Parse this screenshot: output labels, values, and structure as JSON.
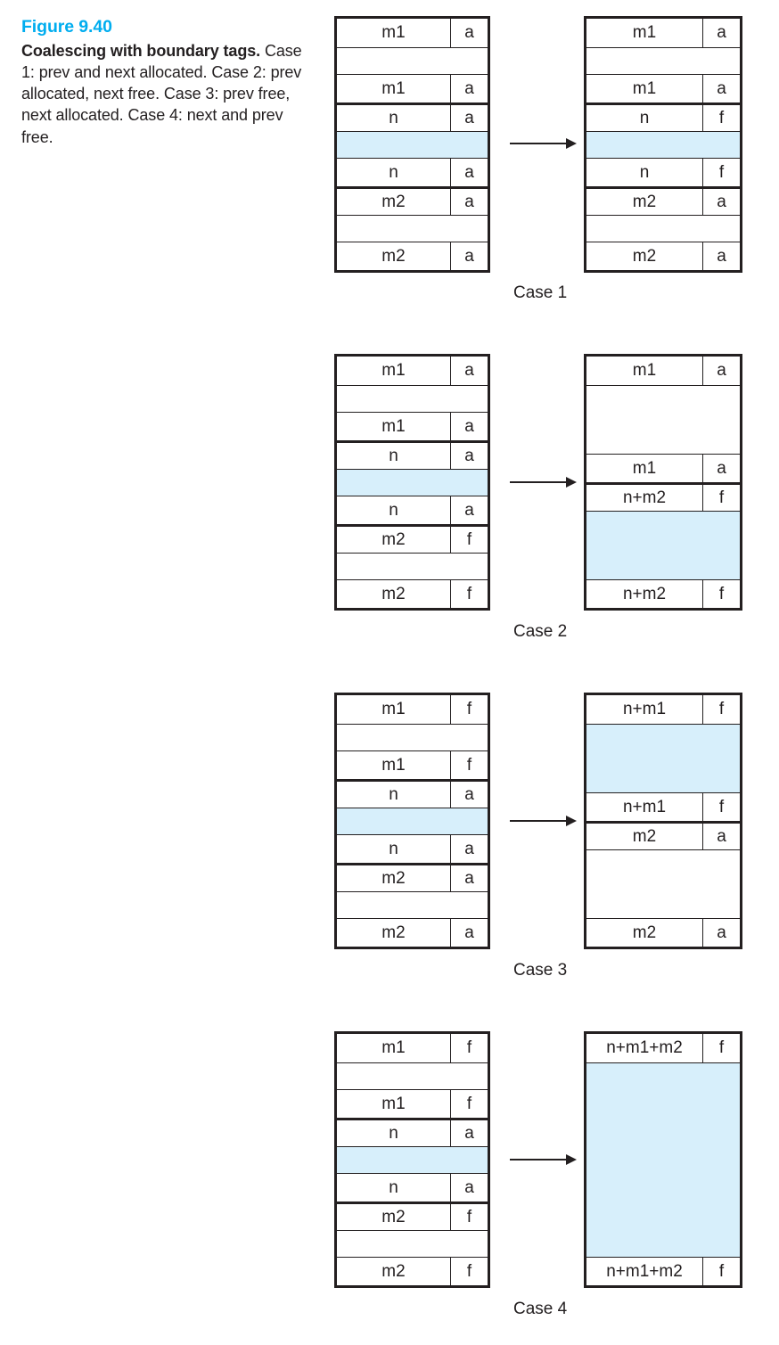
{
  "caption": {
    "figure_number": "Figure 9.40",
    "title": "Coalescing with boundary tags.",
    "description": " Case 1: prev and next allocated. Case 2: prev allocated, next free. Case 3: prev free, next allocated. Case 4: next and prev free."
  },
  "colors": {
    "accent": "#00adef",
    "payload_fill": "#d7effb",
    "ink": "#231f20"
  },
  "arrow_icon": "right-arrow-icon",
  "chart_data": {
    "type": "diagram",
    "title": "Coalescing with boundary tags",
    "cases": [
      {
        "label": "Case 1",
        "before": {
          "rows": [
            {
              "size": "m1",
              "tag": "a",
              "kind": "header",
              "top": "thick",
              "bottom": "thin"
            },
            {
              "size": "",
              "tag": "",
              "kind": "body",
              "top": "thin",
              "bottom": "thin"
            },
            {
              "size": "m1",
              "tag": "a",
              "kind": "footer",
              "top": "thin",
              "bottom": "thick"
            },
            {
              "size": "n",
              "tag": "a",
              "kind": "header",
              "top": "thick",
              "bottom": "thin"
            },
            {
              "size": "",
              "tag": "",
              "kind": "payload",
              "top": "thin",
              "bottom": "thin"
            },
            {
              "size": "n",
              "tag": "a",
              "kind": "footer",
              "top": "thin",
              "bottom": "thick"
            },
            {
              "size": "m2",
              "tag": "a",
              "kind": "header",
              "top": "thick",
              "bottom": "thin"
            },
            {
              "size": "",
              "tag": "",
              "kind": "body",
              "top": "thin",
              "bottom": "thin"
            },
            {
              "size": "m2",
              "tag": "a",
              "kind": "footer",
              "top": "thin",
              "bottom": "thick"
            }
          ]
        },
        "after": {
          "rows": [
            {
              "size": "m1",
              "tag": "a",
              "kind": "header",
              "top": "thick",
              "bottom": "thin"
            },
            {
              "size": "",
              "tag": "",
              "kind": "body",
              "top": "thin",
              "bottom": "thin"
            },
            {
              "size": "m1",
              "tag": "a",
              "kind": "footer",
              "top": "thin",
              "bottom": "thick"
            },
            {
              "size": "n",
              "tag": "f",
              "kind": "header",
              "top": "thick",
              "bottom": "thin"
            },
            {
              "size": "",
              "tag": "",
              "kind": "payload",
              "top": "thin",
              "bottom": "thin"
            },
            {
              "size": "n",
              "tag": "f",
              "kind": "footer",
              "top": "thin",
              "bottom": "thick"
            },
            {
              "size": "m2",
              "tag": "a",
              "kind": "header",
              "top": "thick",
              "bottom": "thin"
            },
            {
              "size": "",
              "tag": "",
              "kind": "body",
              "top": "thin",
              "bottom": "thin"
            },
            {
              "size": "m2",
              "tag": "a",
              "kind": "footer",
              "top": "thin",
              "bottom": "thick"
            }
          ]
        }
      },
      {
        "label": "Case 2",
        "before": {
          "rows": [
            {
              "size": "m1",
              "tag": "a",
              "kind": "header"
            },
            {
              "size": "",
              "tag": "",
              "kind": "body"
            },
            {
              "size": "m1",
              "tag": "a",
              "kind": "footer"
            },
            {
              "size": "n",
              "tag": "a",
              "kind": "header"
            },
            {
              "size": "",
              "tag": "",
              "kind": "payload"
            },
            {
              "size": "n",
              "tag": "a",
              "kind": "footer"
            },
            {
              "size": "m2",
              "tag": "f",
              "kind": "header"
            },
            {
              "size": "",
              "tag": "",
              "kind": "body"
            },
            {
              "size": "m2",
              "tag": "f",
              "kind": "footer"
            }
          ]
        },
        "after": {
          "rows": [
            {
              "size": "m1",
              "tag": "a",
              "kind": "header"
            },
            {
              "size": "",
              "tag": "",
              "kind": "body"
            },
            {
              "size": "m1",
              "tag": "a",
              "kind": "footer"
            },
            {
              "size": "n+m2",
              "tag": "f",
              "kind": "header"
            },
            {
              "size": "",
              "tag": "",
              "kind": "payload"
            },
            {
              "size": "n+m2",
              "tag": "f",
              "kind": "footer"
            }
          ]
        }
      },
      {
        "label": "Case 3",
        "before": {
          "rows": [
            {
              "size": "m1",
              "tag": "f",
              "kind": "header"
            },
            {
              "size": "",
              "tag": "",
              "kind": "body"
            },
            {
              "size": "m1",
              "tag": "f",
              "kind": "footer"
            },
            {
              "size": "n",
              "tag": "a",
              "kind": "header"
            },
            {
              "size": "",
              "tag": "",
              "kind": "payload"
            },
            {
              "size": "n",
              "tag": "a",
              "kind": "footer"
            },
            {
              "size": "m2",
              "tag": "a",
              "kind": "header"
            },
            {
              "size": "",
              "tag": "",
              "kind": "body"
            },
            {
              "size": "m2",
              "tag": "a",
              "kind": "footer"
            }
          ]
        },
        "after": {
          "rows": [
            {
              "size": "n+m1",
              "tag": "f",
              "kind": "header"
            },
            {
              "size": "",
              "tag": "",
              "kind": "payload"
            },
            {
              "size": "n+m1",
              "tag": "f",
              "kind": "footer"
            },
            {
              "size": "m2",
              "tag": "a",
              "kind": "header"
            },
            {
              "size": "",
              "tag": "",
              "kind": "body"
            },
            {
              "size": "m2",
              "tag": "a",
              "kind": "footer"
            }
          ]
        }
      },
      {
        "label": "Case 4",
        "before": {
          "rows": [
            {
              "size": "m1",
              "tag": "f",
              "kind": "header"
            },
            {
              "size": "",
              "tag": "",
              "kind": "body"
            },
            {
              "size": "m1",
              "tag": "f",
              "kind": "footer"
            },
            {
              "size": "n",
              "tag": "a",
              "kind": "header"
            },
            {
              "size": "",
              "tag": "",
              "kind": "payload"
            },
            {
              "size": "n",
              "tag": "a",
              "kind": "footer"
            },
            {
              "size": "m2",
              "tag": "f",
              "kind": "header"
            },
            {
              "size": "",
              "tag": "",
              "kind": "body"
            },
            {
              "size": "m2",
              "tag": "f",
              "kind": "footer"
            }
          ]
        },
        "after": {
          "rows": [
            {
              "size": "n+m1+m2",
              "tag": "f",
              "kind": "header"
            },
            {
              "size": "",
              "tag": "",
              "kind": "payload"
            },
            {
              "size": "n+m1+m2",
              "tag": "f",
              "kind": "footer"
            }
          ]
        }
      }
    ]
  }
}
